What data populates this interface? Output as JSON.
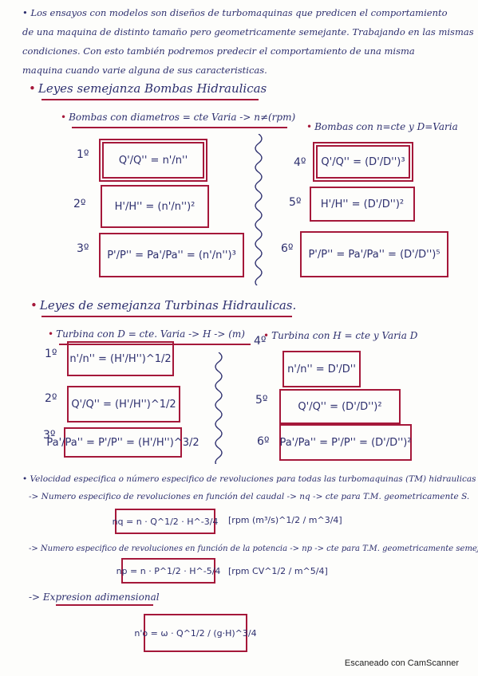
{
  "intro": {
    "line1": "• Los ensayos con modelos son diseños de turbomaquinas que predicen el comportamiento",
    "line2": "de una maquina de distinto tamaño pero geometricamente semejante. Trabajando en las mismas",
    "line3": "condiciones. Con esto también podremos predecir el comportamiento de una misma",
    "line4": "maquina cuando varie alguna de sus caracteristicas."
  },
  "bombas": {
    "heading": "Leyes semejanza Bombas Hidraulicas",
    "left_heading": "Bombas con diametros = cte Varia -> n≠(rpm)",
    "right_heading": "Bombas con n=cte y D=Varia",
    "eq1_num": "1º",
    "eq1": "Q'/Q'' = n'/n''",
    "eq2_num": "2º",
    "eq2": "H'/H'' = (n'/n'')²",
    "eq3_num": "3º",
    "eq3": "P'/P'' = Pa'/Pa'' = (n'/n'')³",
    "eq4_num": "4º",
    "eq4": "Q'/Q'' = (D'/D'')³",
    "eq5_num": "5º",
    "eq5": "H'/H'' = (D'/D'')²",
    "eq6_num": "6º",
    "eq6": "P'/P'' = Pa'/Pa'' = (D'/D'')⁵"
  },
  "turbinas": {
    "heading": "Leyes de semejanza Turbinas Hidraulicas.",
    "left_heading": "Turbina con D = cte. Varia -> H -> (m)",
    "right_heading": "Turbina con H = cte y Varia D",
    "eq1_num": "1º",
    "eq1": "n'/n'' = (H'/H'')^1/2",
    "eq2_num": "2º",
    "eq2": "Q'/Q'' = (H'/H'')^1/2",
    "eq3_num": "3º",
    "eq3": "Pa'/Pa'' = P'/P'' = (H'/H'')^3/2",
    "eq4_num": "4º",
    "eq4": "n'/n'' = D'/D''",
    "eq5_num": "5º",
    "eq5": "Q'/Q'' = (D'/D'')²",
    "eq6_num": "6º",
    "eq6": "Pa'/Pa'' = P'/P'' = (D'/D'')²"
  },
  "velocidad": {
    "line1": "• Velocidad especifica o número especifico de revoluciones para todas las turbomaquinas (TM) hidraulicas",
    "line2": "-> Numero especifico de revoluciones en función del caudal -> nq -> cte para T.M. geometricamente S.",
    "eq_q": "nq = n · Q^1/2 · H^-3/4",
    "unit_q": "[rpm (m³/s)^1/2 / m^3/4]",
    "line3": "-> Numero especifico de revoluciones en función de la potencia -> np -> cte para T.M. geometricamente semejantes",
    "eq_p": "np = n · P^1/2 · H^-5/4",
    "unit_p": "[rpm CV^1/2 / m^5/4]",
    "line4": "-> Expresion adimensional",
    "eq_adim": "n'o = ω · Q^1/2 / (g·H)^3/4"
  },
  "footer": {
    "stamp": "Escaneado con CamScanner"
  },
  "colors": {
    "ink": "#2d2f6e",
    "box": "#a5183a",
    "paper": "#fdfdfb"
  }
}
